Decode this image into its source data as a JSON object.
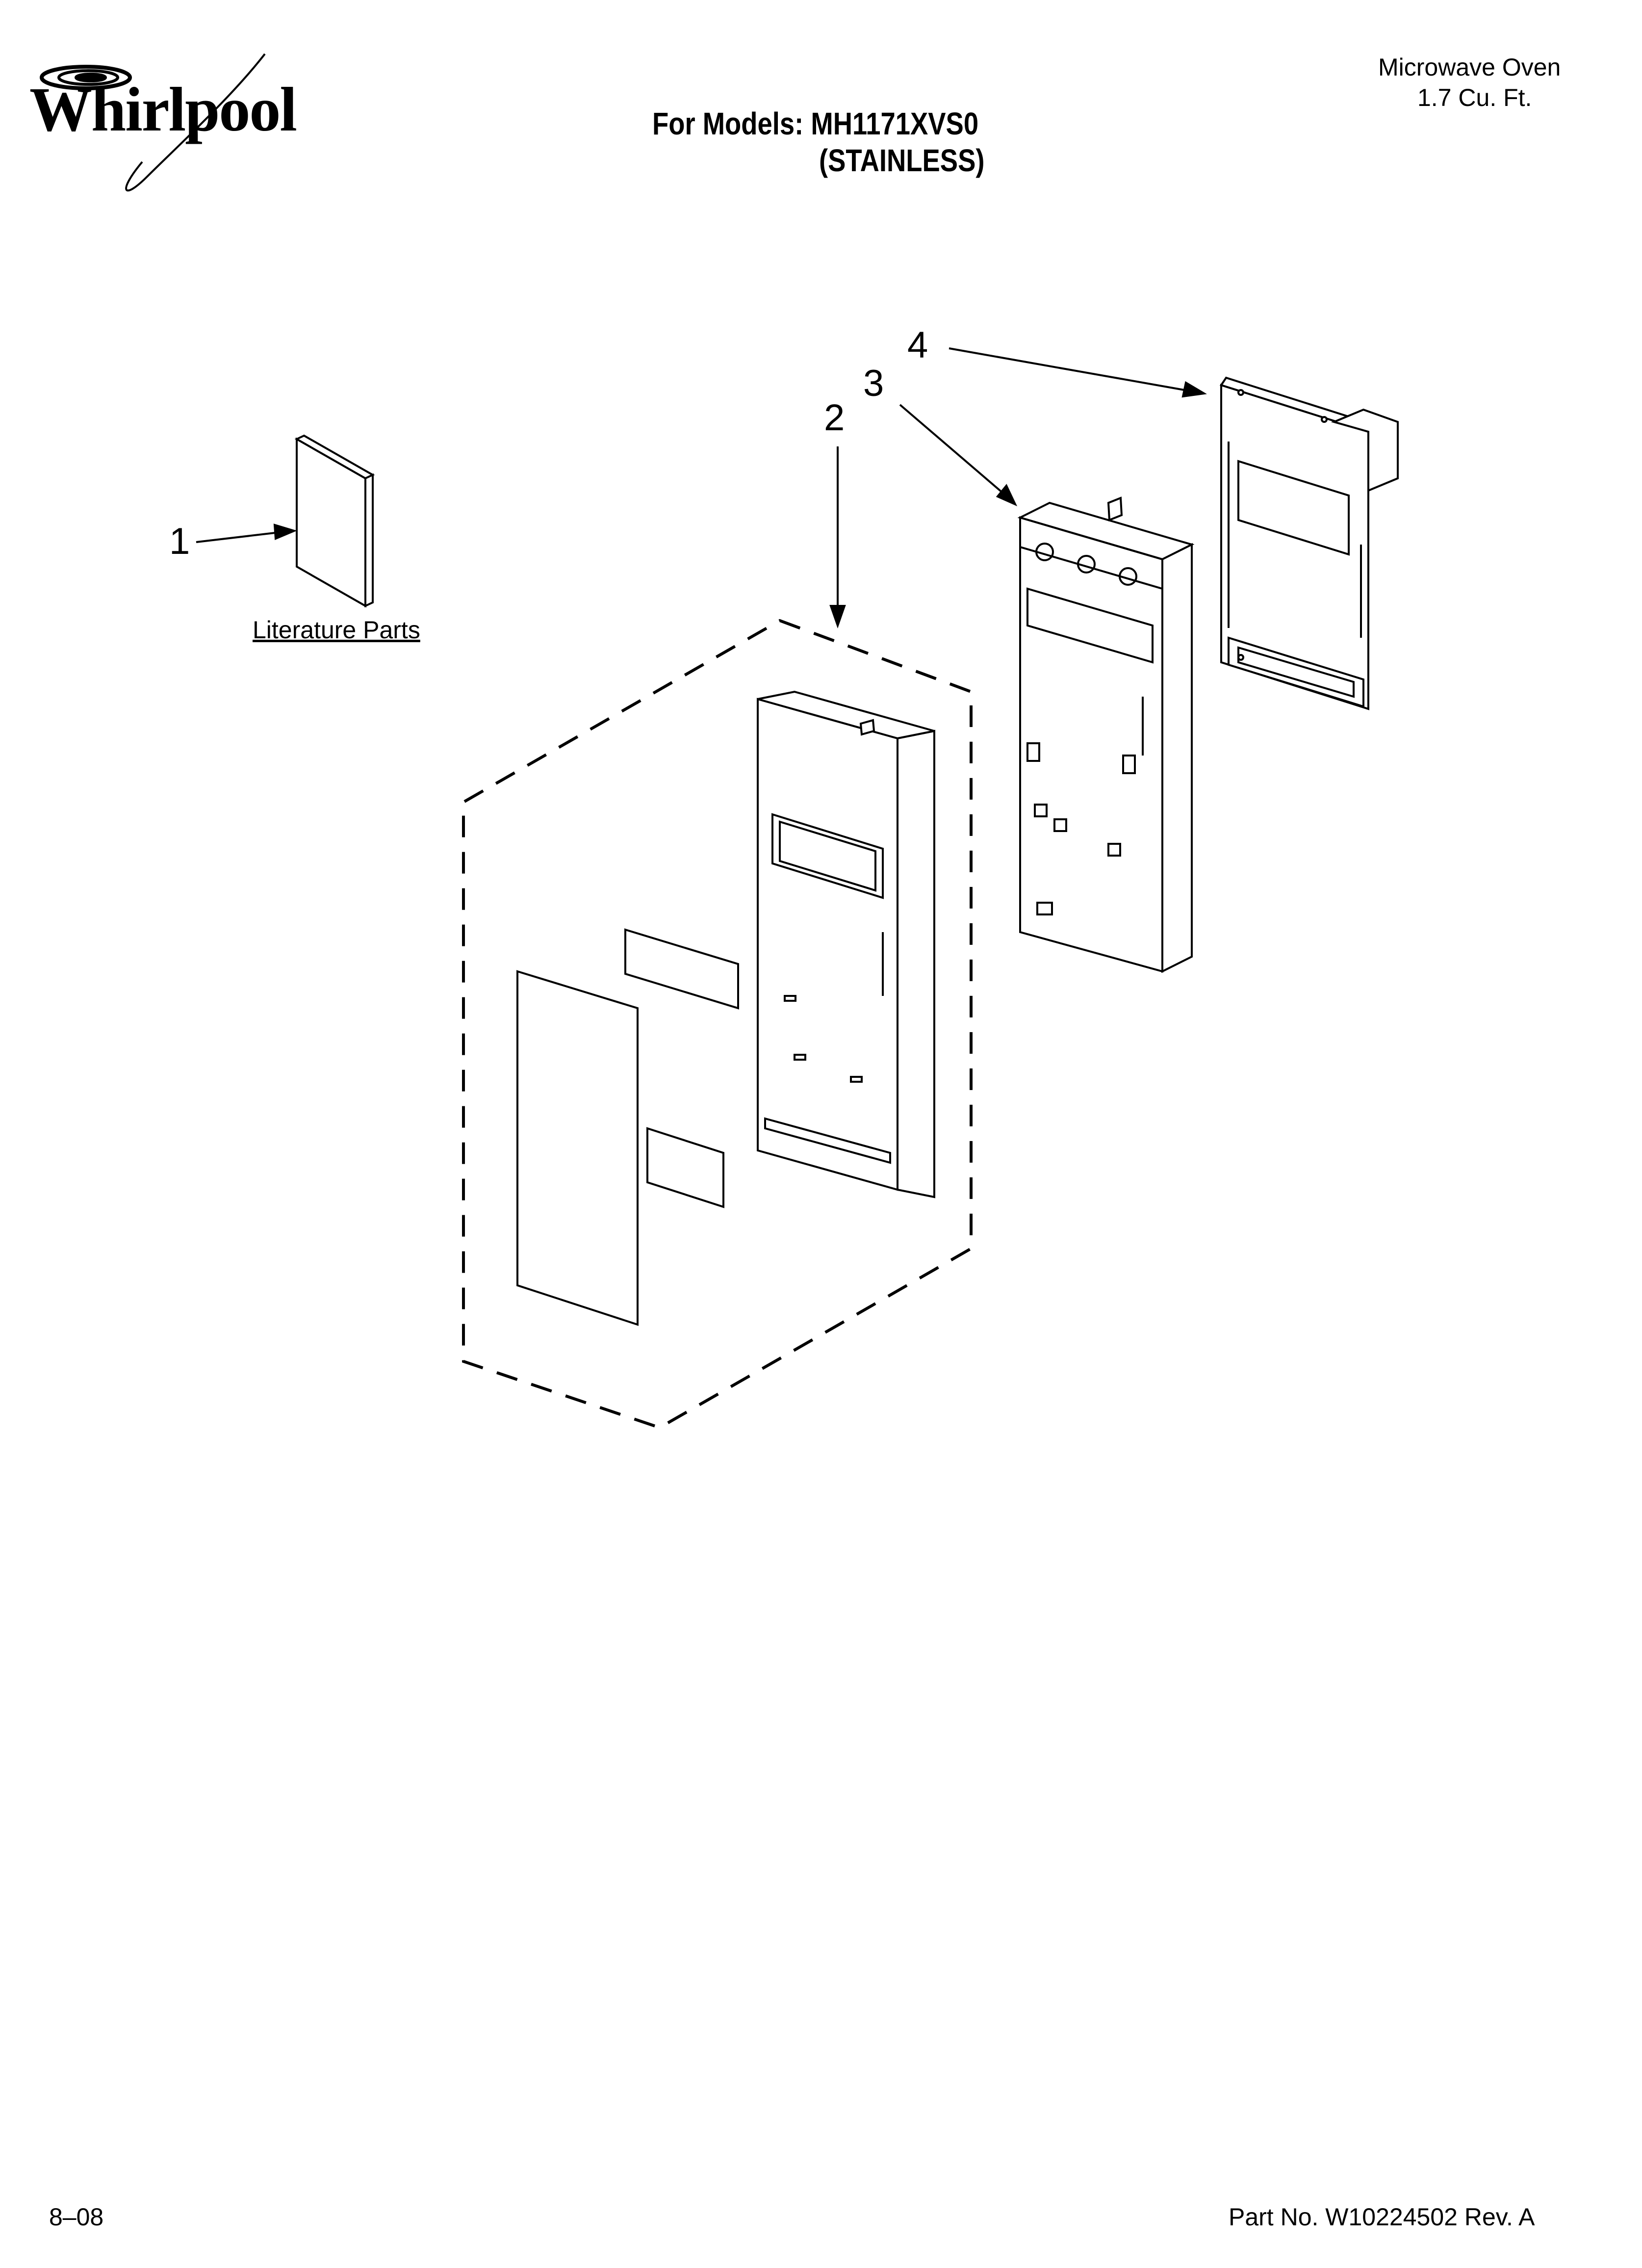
{
  "header": {
    "brand": "Whirlpool",
    "title": "For Models: MH1171XVS0",
    "subtitle": "(STAINLESS)",
    "product_type": "Microwave Oven",
    "capacity": "1.7 Cu. Ft."
  },
  "diagram": {
    "callouts": [
      "1",
      "2",
      "3",
      "4"
    ],
    "literature_label": "Literature Parts"
  },
  "footer": {
    "date": "8–08",
    "part_number": "Part No. W10224502 Rev. A"
  }
}
